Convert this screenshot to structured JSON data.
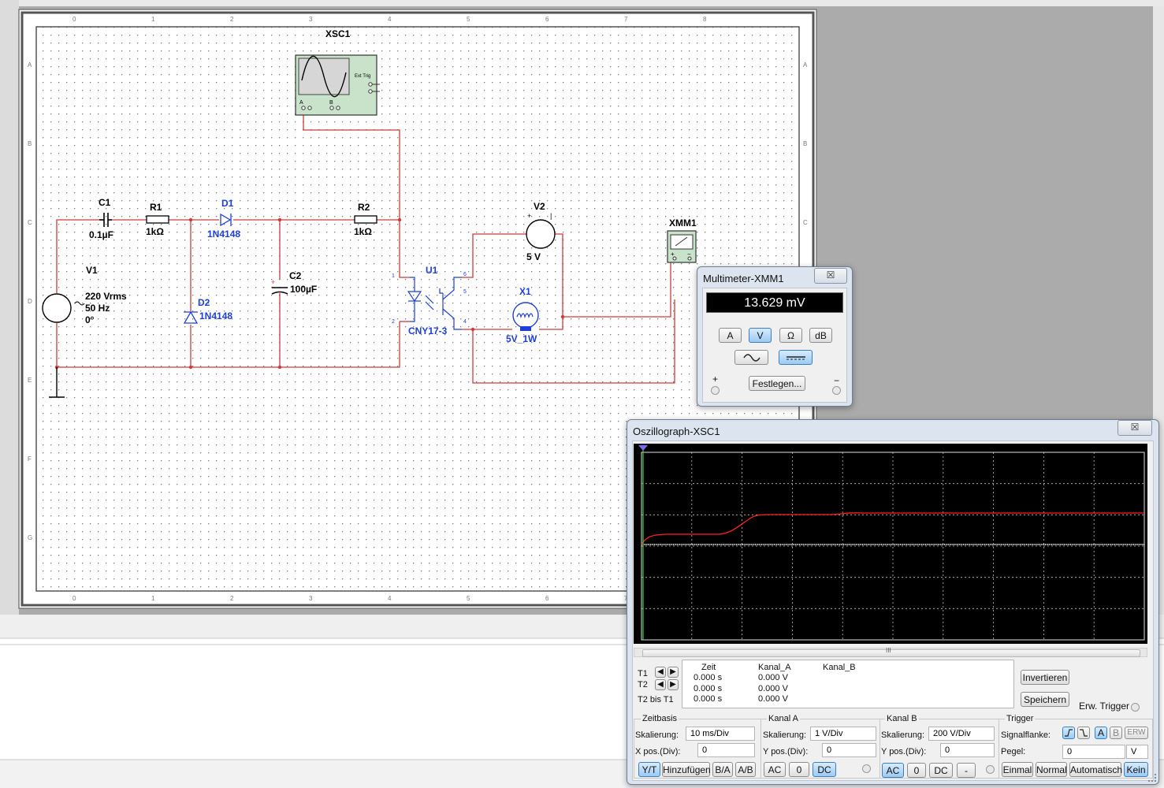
{
  "components": {
    "xsc1": {
      "name": "XSC1",
      "ext_trig": "Ext Trig",
      "a": "A",
      "b": "B"
    },
    "c1": {
      "name": "C1",
      "value": "0.1µF"
    },
    "r1": {
      "name": "R1",
      "value": "1kΩ"
    },
    "d1": {
      "name": "D1",
      "value": "1N4148"
    },
    "r2": {
      "name": "R2",
      "value": "1kΩ"
    },
    "v1": {
      "name": "V1",
      "value1": "220 Vrms",
      "value2": "50 Hz",
      "value3": "0°"
    },
    "d2": {
      "name": "D2",
      "value": "1N4148"
    },
    "c2": {
      "name": "C2",
      "value": "100µF"
    },
    "u1": {
      "name": "U1",
      "value": "CNY17-3"
    },
    "v2": {
      "name": "V2",
      "value": "5 V"
    },
    "x1": {
      "name": "X1",
      "value": "5V_1W"
    },
    "xmm1": {
      "name": "XMM1"
    }
  },
  "multimeter": {
    "title": "Multimeter-XMM1",
    "close": "☒",
    "reading": "13.629 mV",
    "buttons": [
      "A",
      "V",
      "Ω",
      "dB"
    ],
    "plus": "+",
    "minus": "−",
    "set_button": "Festlegen..."
  },
  "oscilloscope": {
    "title": "Oszillograph-XSC1",
    "close": "☒",
    "scroll_grip": "III",
    "cursor_table": {
      "rows": [
        "T1",
        "T2",
        "T2 bis T1"
      ],
      "headers": {
        "time": "Zeit",
        "a": "Kanal_A",
        "b": "Kanal_B"
      },
      "time_values": [
        "0.000 s",
        "0.000 s",
        "0.000 s"
      ],
      "a_values": [
        "0.000 V",
        "0.000 V",
        "0.000 V"
      ]
    },
    "invert_button": "Invertieren",
    "save_button": "Speichern",
    "ext_trigger": "Erw. Trigger",
    "timebase": {
      "title": "Zeitbasis",
      "scale_label": "Skalierung:",
      "scale": "10 ms/Div",
      "xpos_label": "X pos.(Div):",
      "xpos": "0",
      "buttons": [
        "Y/T",
        "Hinzufügen",
        "B/A",
        "A/B"
      ]
    },
    "channel_a": {
      "title": "Kanal A",
      "scale_label": "Skalierung:",
      "scale": "1  V/Div",
      "ypos_label": "Y pos.(Div):",
      "ypos": "0",
      "buttons": [
        "AC",
        "0",
        "DC"
      ]
    },
    "channel_b": {
      "title": "Kanal B",
      "scale_label": "Skalierung:",
      "scale": "200  V/Div",
      "ypos_label": "Y pos.(Div):",
      "ypos": "0",
      "buttons": [
        "AC",
        "0",
        "DC",
        "-"
      ]
    },
    "trigger": {
      "title": "Trigger",
      "edge_label": "Signalflanke:",
      "level_label": "Pegel:",
      "level": "0",
      "unit": "V",
      "source_buttons": [
        "A",
        "B",
        "ERW"
      ],
      "mode_buttons": [
        "Einmal",
        "Normal",
        "Automatisch",
        "Kein"
      ]
    },
    "trace_colors": {
      "channel_a": "#ff2020",
      "channel_b": "#ffffff"
    }
  }
}
